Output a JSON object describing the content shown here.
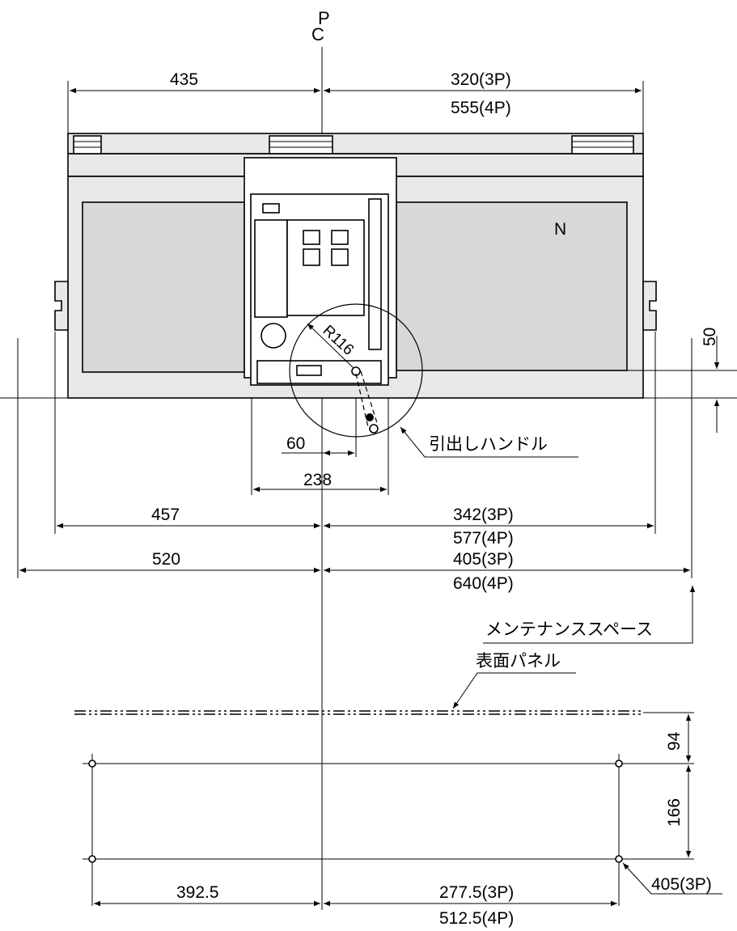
{
  "colors": {
    "body_fill": "#e8e8e8",
    "panel_fill": "#d8d8d8",
    "line": "#000000"
  },
  "center_marker": {
    "top": "P",
    "bottom": "C"
  },
  "dimensions": {
    "top_left": "435",
    "top_right_3p": "320(3P)",
    "top_right_4p": "555(4P)",
    "handle_offset": "60",
    "handle_width": "238",
    "mid_left": "457",
    "mid_right_3p": "342(3P)",
    "mid_right_4p": "577(4P)",
    "maint_left": "520",
    "maint_right_3p": "405(3P)",
    "maint_right_4p": "640(4P)",
    "vertical_50": "50",
    "vertical_94": "94",
    "vertical_166": "166",
    "bottom_left": "392.5",
    "bottom_right_3p": "277.5(3P)",
    "bottom_right_4p": "512.5(4P)",
    "hole_callout": "405(3P)"
  },
  "labels": {
    "neutral": "N",
    "radius": "R116",
    "draw_out_handle": "引出しハンドル",
    "maintenance_space": "メンテナンススペース",
    "front_panel": "表面パネル"
  }
}
